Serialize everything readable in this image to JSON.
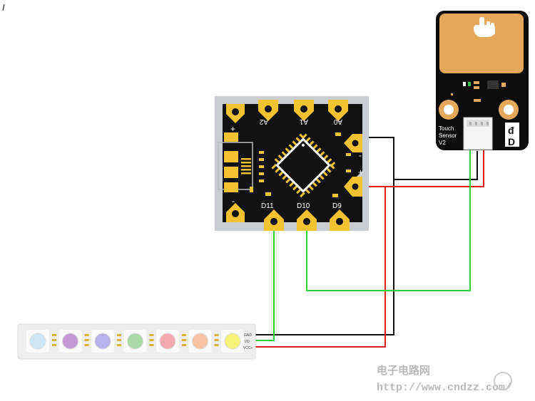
{
  "board": {
    "pad_labels_top": [
      "A2",
      "A1",
      "A0"
    ],
    "pad_labels_bottom": [
      "D11",
      "D10",
      "D9"
    ],
    "side_minus": "-",
    "side_plus": "+",
    "corner_plus": "+",
    "corner_minus": "-",
    "colors": {
      "pcb": "#111111",
      "gold": "#f2c230",
      "frame": "#c9cdd2"
    }
  },
  "sensor": {
    "label_lines": [
      "Touch",
      "Sensor",
      "V2"
    ],
    "logo_top": "đ",
    "logo_bottom": "D",
    "colors": {
      "pcb": "#0d0d0d",
      "pad": "#e3a85a"
    }
  },
  "strip": {
    "pin_labels": [
      "GND",
      "I/O",
      "VCC+"
    ],
    "led_colors": [
      "#cfe6f5",
      "#c39ad6",
      "#b8b2ea",
      "#a9d9a6",
      "#f2a9b0",
      "#f6c3a4",
      "#f7f27a"
    ]
  },
  "wires": {
    "black": "#111111",
    "red": "#e0201b",
    "green": "#2fd23c"
  },
  "watermark": {
    "title": "电子电路网",
    "url": "http://www.cndzz.com/"
  },
  "corner_mark": "I"
}
